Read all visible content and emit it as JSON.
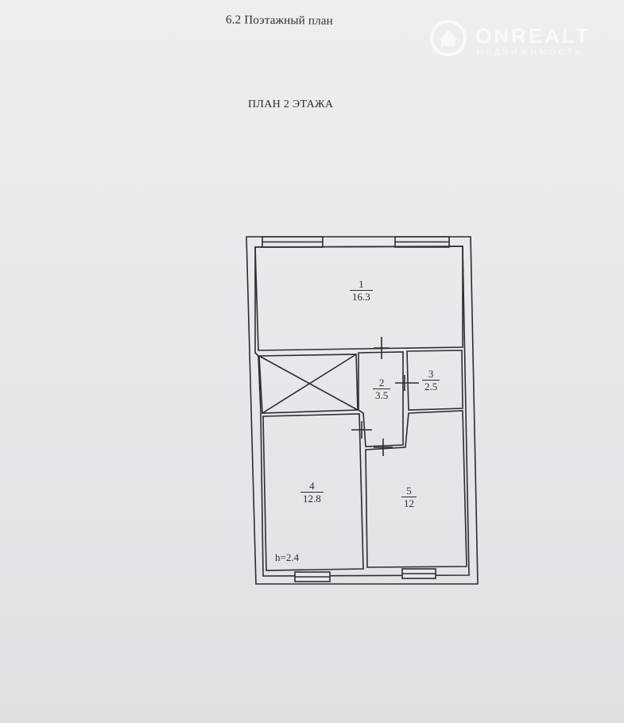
{
  "header": {
    "section_title": "6.2 Поэтажный план",
    "plan_title": "ПЛАН 2 ЭТАЖА"
  },
  "watermark": {
    "brand": "ONREALT",
    "subtitle": "НЕДВИЖИМОСТЬ",
    "icon": "house-icon"
  },
  "floor_plan": {
    "rooms": [
      {
        "number": "1",
        "area": "16.3"
      },
      {
        "number": "2",
        "area": "3.5"
      },
      {
        "number": "3",
        "area": "2.5"
      },
      {
        "number": "4",
        "area": "12.8"
      },
      {
        "number": "5",
        "area": "12"
      }
    ],
    "ceiling_height": "h=2.4",
    "colors": {
      "line": "#2a2d31",
      "paper": "#e6e9ec"
    }
  }
}
